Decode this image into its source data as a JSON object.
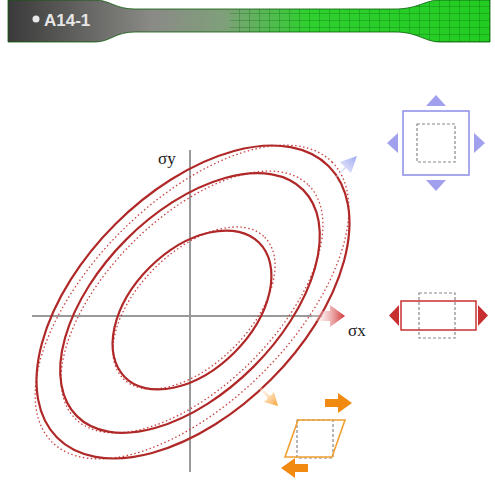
{
  "diagram": {
    "labels": [
      "A14-1",
      "σy",
      "σx"
    ]
  }
}
